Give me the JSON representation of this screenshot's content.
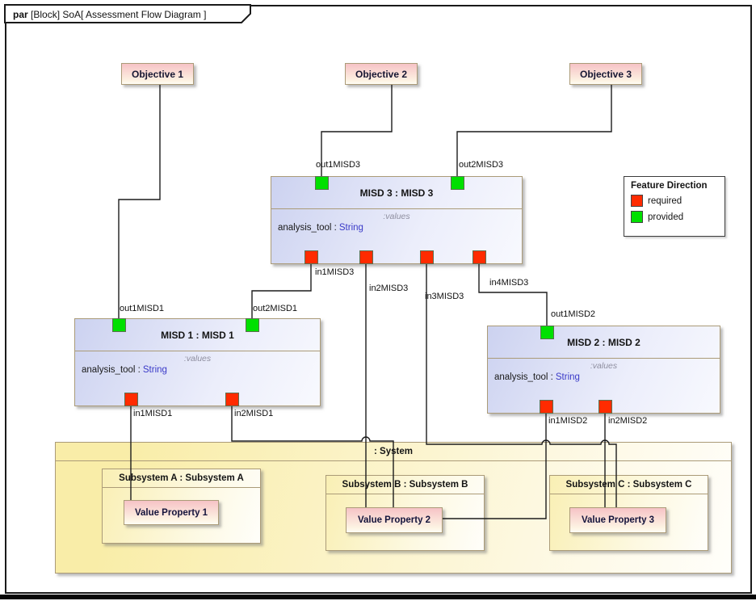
{
  "tab": {
    "keyword": "par",
    "rest": " [Block] SoA[ Assessment Flow Diagram ]"
  },
  "objectives": [
    {
      "label": "Objective 1"
    },
    {
      "label": "Objective 2"
    },
    {
      "label": "Objective 3"
    }
  ],
  "misd": [
    {
      "title": "MISD 1 : MISD 1",
      "compartment": ":values",
      "attr_name": "analysis_tool :",
      "attr_type": "String"
    },
    {
      "title": "MISD 2 : MISD 2",
      "compartment": ":values",
      "attr_name": "analysis_tool :",
      "attr_type": "String"
    },
    {
      "title": "MISD 3 : MISD 3",
      "compartment": ":values",
      "attr_name": "analysis_tool :",
      "attr_type": "String"
    }
  ],
  "ports": {
    "out1MISD1": "out1MISD1",
    "out2MISD1": "out2MISD1",
    "in1MISD1": "in1MISD1",
    "in2MISD1": "in2MISD1",
    "out1MISD2": "out1MISD2",
    "in1MISD2": "in1MISD2",
    "in2MISD2": "in2MISD2",
    "out1MISD3": "out1MISD3",
    "out2MISD3": "out2MISD3",
    "in1MISD3": "in1MISD3",
    "in2MISD3": "in2MISD3",
    "in3MISD3": "in3MISD3",
    "in4MISD3": "in4MISD3"
  },
  "legend": {
    "title": "Feature Direction",
    "items": [
      {
        "label": "required",
        "color": "#ff2b00"
      },
      {
        "label": "provided",
        "color": "#00e000"
      }
    ]
  },
  "system": {
    "title": ": System",
    "subsystems": [
      {
        "title": "Subsystem A : Subsystem A",
        "value_property": "Value Property 1"
      },
      {
        "title": "Subsystem B : Subsystem B",
        "value_property": "Value Property 2"
      },
      {
        "title": "Subsystem C : Subsystem C",
        "value_property": "Value Property 3"
      }
    ]
  },
  "colors": {
    "required": "#ff2b00",
    "provided": "#00e000"
  }
}
